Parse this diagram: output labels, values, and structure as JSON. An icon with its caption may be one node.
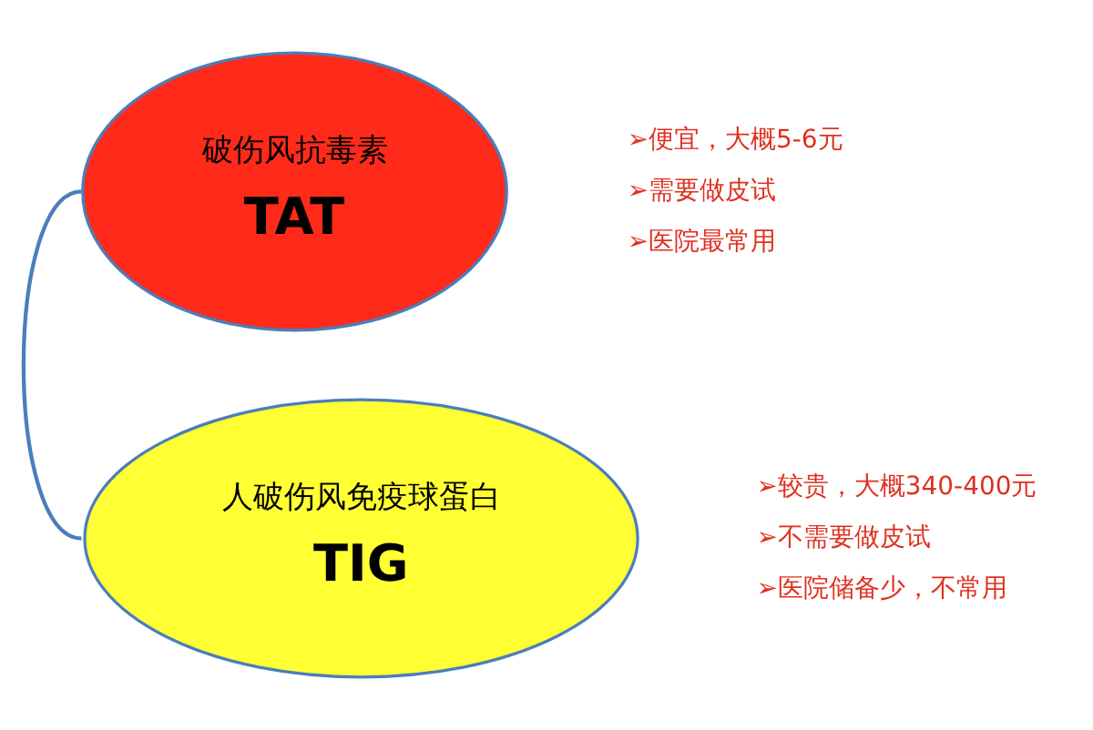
{
  "diagram": {
    "nodes": [
      {
        "text": [
          "破伤风抗毒素",
          "TAT"
        ],
        "beside": [
          "➢便宜，大概5-6元",
          "➢需要做皮试",
          "➢医院最常用"
        ]
      },
      {
        "text": [
          "人破伤风免疫球蛋白",
          "TIG"
        ],
        "beside": [
          "➢较贵，大概340-400元",
          "➢不需要做皮试",
          "➢医院储备少，不常用"
        ]
      }
    ],
    "edges": [
      {
        "from": 0,
        "to": 1,
        "arrow": "none"
      }
    ]
  }
}
